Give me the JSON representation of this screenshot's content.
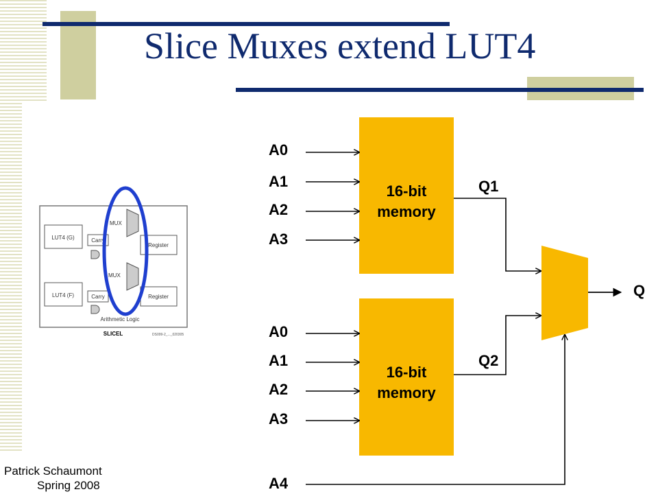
{
  "slide": {
    "title": "Slice Muxes extend LUT4"
  },
  "footer": {
    "author": "Patrick Schaumont",
    "date": "Spring 2008"
  },
  "colors": {
    "title": "#0f2a6e",
    "memory": "#f8b800",
    "highlight": "#1f3fcf",
    "accent": "#cfcf9f"
  },
  "slice_diagram": {
    "lut_g": "LUT4 (G)",
    "lut_f": "LUT4 (F)",
    "carry": "Carry",
    "register": "Register",
    "mux_top": "MUX",
    "mux_bottom": "MUX",
    "arith": "Arithmetic Logic",
    "caption": "SLICEL",
    "ref": "DS099-2_..._020305"
  },
  "mux_diagram": {
    "inputs_top": [
      "A0",
      "A1",
      "A2",
      "A3"
    ],
    "inputs_bottom": [
      "A0",
      "A1",
      "A2",
      "A3"
    ],
    "memory_line1": "16-bit",
    "memory_line2": "memory",
    "q1": "Q1",
    "q2": "Q2",
    "q": "Q",
    "select": "A4"
  }
}
